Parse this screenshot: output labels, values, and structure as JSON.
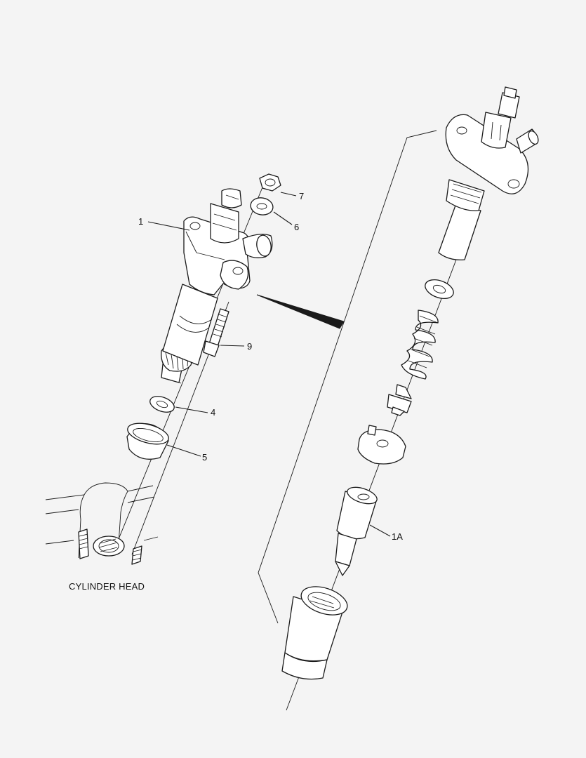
{
  "diagram": {
    "caption": "CYLINDER HEAD",
    "callouts": {
      "c1": "1",
      "c1a": "1A",
      "c4": "4",
      "c5": "5",
      "c6": "6",
      "c7": "7",
      "c9": "9"
    }
  }
}
